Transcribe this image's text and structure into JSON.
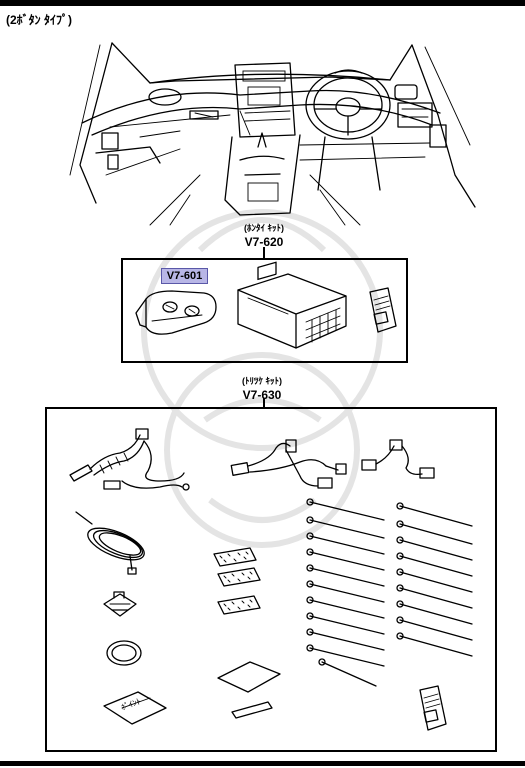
{
  "header": {
    "type_label": "(2ﾎﾞﾀﾝ ﾀｲﾌﾟ)"
  },
  "main_kit": {
    "kana": "(ﾎﾝﾀｲ ｷｯﾄ)",
    "code": "V7-620"
  },
  "remote": {
    "code": "V7-601",
    "highlight_color": "#b8b6e6"
  },
  "install_kit": {
    "kana": "(ﾄﾘﾂｹ ｷｯﾄ)",
    "code": "V7-630"
  },
  "card_text": "ﾎﾟｲﾝﾄ",
  "icons": [
    "car-interior-illustration",
    "remote-key-icon",
    "control-unit-icon",
    "manual-booklet-icon",
    "harness-icon",
    "cable-coil-icon",
    "mount-base-icon",
    "foam-pad-icon",
    "ring-icon",
    "card-icon",
    "cable-tie-icon"
  ]
}
